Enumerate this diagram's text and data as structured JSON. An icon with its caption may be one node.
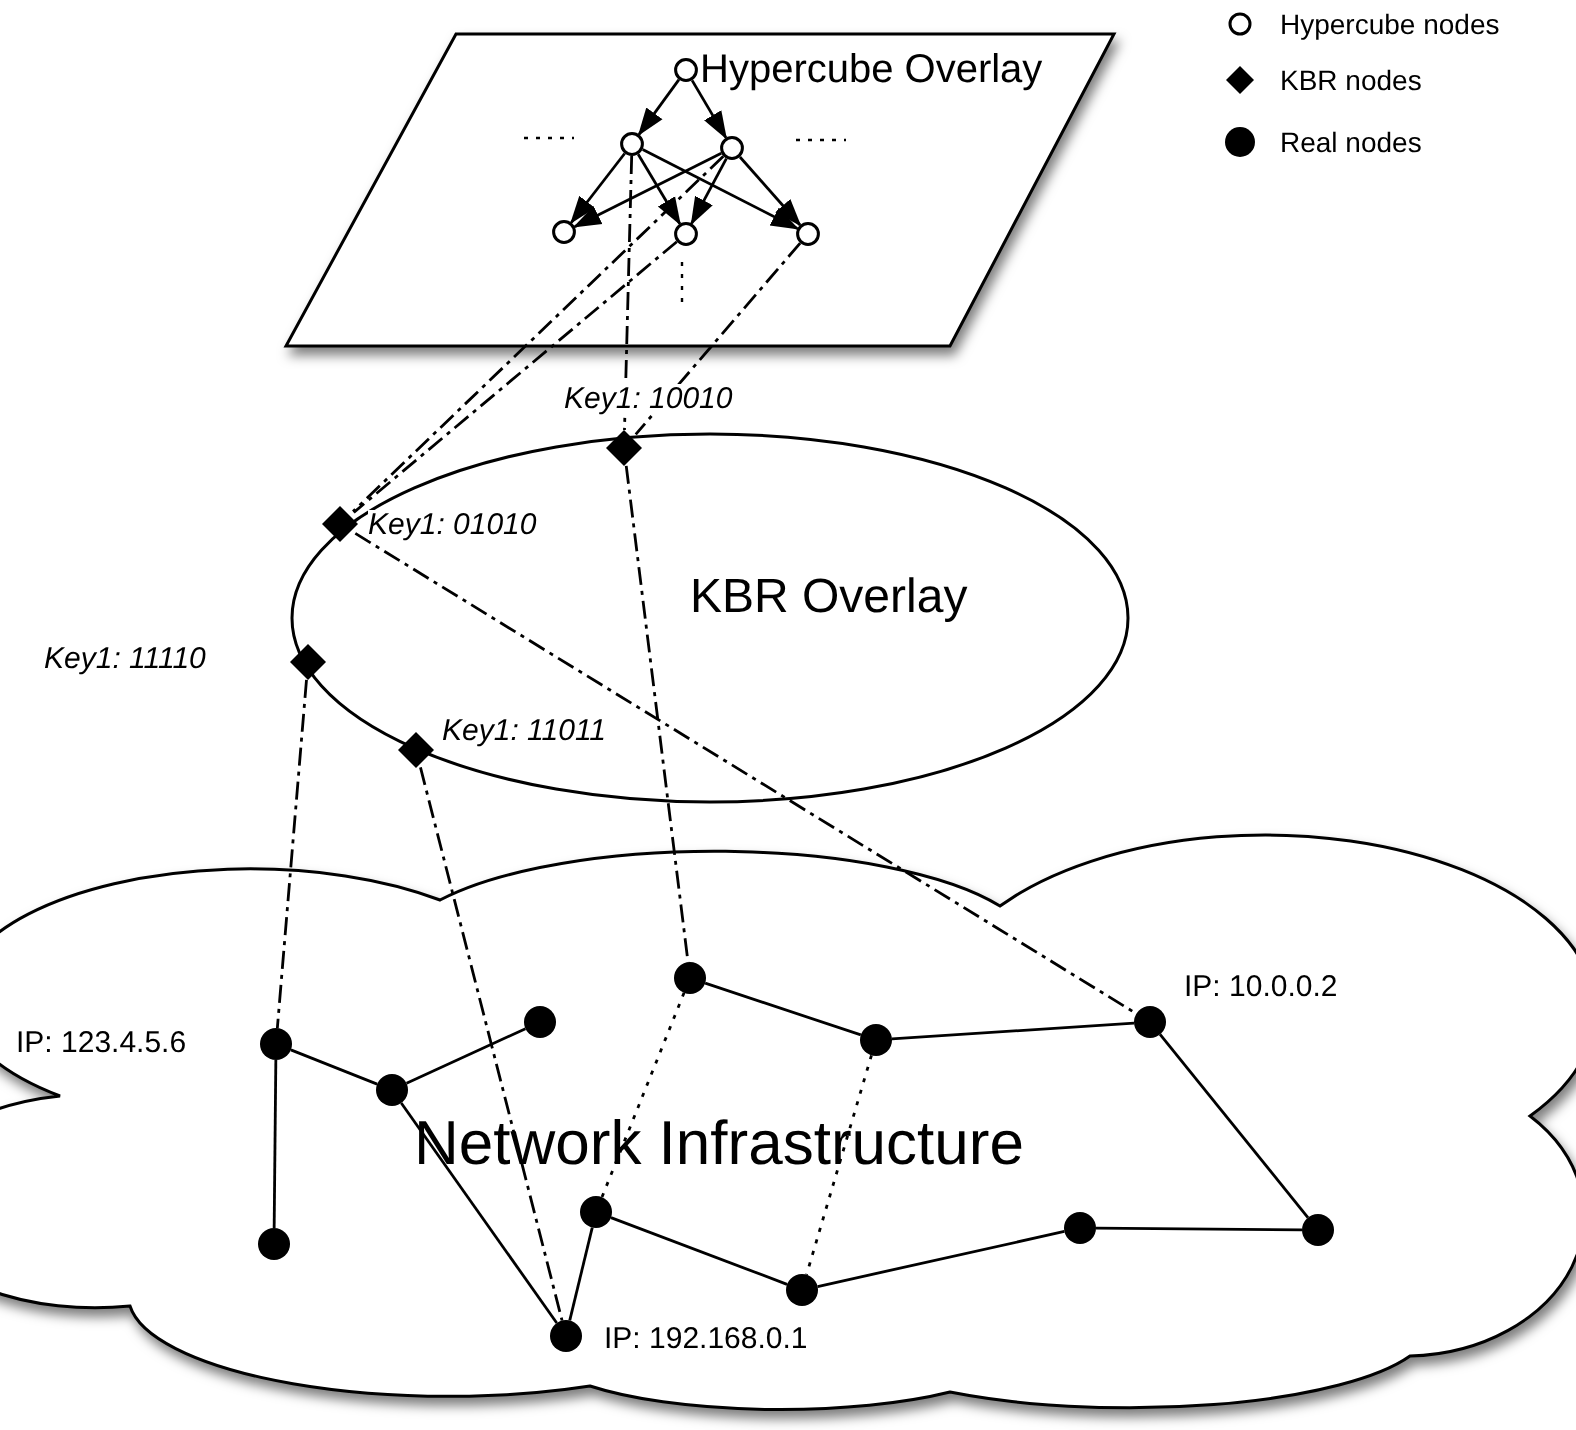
{
  "diagram": {
    "nodes": [
      {
        "text": [
          "Hypercube Overlay"
        ]
      },
      {
        "text": [],
        "shape": "circle",
        "in": 0
      },
      {
        "text": [],
        "shape": "circle",
        "in": 0
      },
      {
        "text": [],
        "shape": "circle",
        "in": 0
      },
      {
        "text": [],
        "shape": "circle",
        "in": 0
      },
      {
        "text": [],
        "shape": "circle",
        "in": 0
      },
      {
        "text": [],
        "shape": "circle",
        "in": 0
      },
      {
        "text": [
          "KBR Overlay"
        ]
      },
      {
        "text": [],
        "shape": "diamond",
        "in": 7,
        "beside": [
          "Key1: 10010"
        ]
      },
      {
        "text": [],
        "shape": "diamond",
        "in": 7,
        "beside": [
          "Key1: 01010"
        ]
      },
      {
        "text": [],
        "shape": "diamond",
        "in": 7,
        "beside": [
          "Key1: 11110"
        ]
      },
      {
        "text": [],
        "shape": "diamond",
        "in": 7,
        "beside": [
          "Key1: 11011"
        ]
      },
      {
        "text": [
          "Network Infrastructure"
        ]
      },
      {
        "text": [],
        "shape": "circle",
        "in": 12,
        "beside": [
          "IP: 123.4.5.6"
        ]
      },
      {
        "text": [],
        "shape": "circle",
        "in": 12
      },
      {
        "text": [],
        "shape": "circle",
        "in": 12
      },
      {
        "text": [],
        "shape": "circle",
        "in": 12
      },
      {
        "text": [],
        "shape": "circle",
        "in": 12
      },
      {
        "text": [],
        "shape": "circle",
        "in": 12
      },
      {
        "text": [],
        "shape": "circle",
        "in": 12,
        "beside": [
          "IP: 10.0.0.2"
        ]
      },
      {
        "text": [],
        "shape": "circle",
        "in": 12
      },
      {
        "text": [],
        "shape": "circle",
        "in": 12
      },
      {
        "text": [],
        "shape": "circle",
        "in": 12
      },
      {
        "text": [],
        "shape": "circle",
        "in": 12
      },
      {
        "text": [],
        "shape": "circle",
        "in": 12,
        "beside": [
          "IP: 192.168.0.1"
        ]
      }
    ],
    "edges": [
      {
        "from": 1,
        "to": 2,
        "arrow": "to"
      },
      {
        "from": 1,
        "to": 3,
        "arrow": "to"
      },
      {
        "from": 2,
        "to": 4,
        "arrow": "to"
      },
      {
        "from": 2,
        "to": 5,
        "arrow": "to"
      },
      {
        "from": 2,
        "to": 6,
        "arrow": "to"
      },
      {
        "from": 3,
        "to": 4,
        "arrow": "to"
      },
      {
        "from": 3,
        "to": 5,
        "arrow": "to"
      },
      {
        "from": 3,
        "to": 6,
        "arrow": "to"
      },
      {
        "from": 2,
        "to": 8,
        "arrow": "none",
        "style": "dashed"
      },
      {
        "from": 6,
        "to": 8,
        "arrow": "none",
        "style": "dashed"
      },
      {
        "from": 3,
        "to": 9,
        "arrow": "none",
        "style": "dashed"
      },
      {
        "from": 5,
        "to": 9,
        "arrow": "none",
        "style": "dashed"
      },
      {
        "from": 8,
        "to": 17,
        "arrow": "none",
        "style": "dashed"
      },
      {
        "from": 9,
        "to": 19,
        "arrow": "none",
        "style": "dashed"
      },
      {
        "from": 10,
        "to": 13,
        "arrow": "none",
        "style": "dashed"
      },
      {
        "from": 11,
        "to": 24,
        "arrow": "none",
        "style": "dashed"
      },
      {
        "from": 13,
        "to": 14,
        "arrow": "none"
      },
      {
        "from": 14,
        "to": 15,
        "arrow": "none"
      },
      {
        "from": 13,
        "to": 16,
        "arrow": "none"
      },
      {
        "from": 14,
        "to": 24,
        "arrow": "none"
      },
      {
        "from": 24,
        "to": 20,
        "arrow": "none"
      },
      {
        "from": 20,
        "to": 21,
        "arrow": "none"
      },
      {
        "from": 21,
        "to": 22,
        "arrow": "none"
      },
      {
        "from": 22,
        "to": 23,
        "arrow": "none"
      },
      {
        "from": 23,
        "to": 19,
        "arrow": "none"
      },
      {
        "from": 19,
        "to": 18,
        "arrow": "none"
      },
      {
        "from": 18,
        "to": 17,
        "arrow": "none"
      },
      {
        "from": 17,
        "to": 20,
        "arrow": "none",
        "style": "dashed"
      },
      {
        "from": 18,
        "to": 21,
        "arrow": "none",
        "style": "dashed"
      }
    ],
    "legend": [
      {
        "text": "Hypercube nodes"
      },
      {
        "text": "KBR nodes"
      },
      {
        "text": "Real nodes"
      }
    ]
  }
}
